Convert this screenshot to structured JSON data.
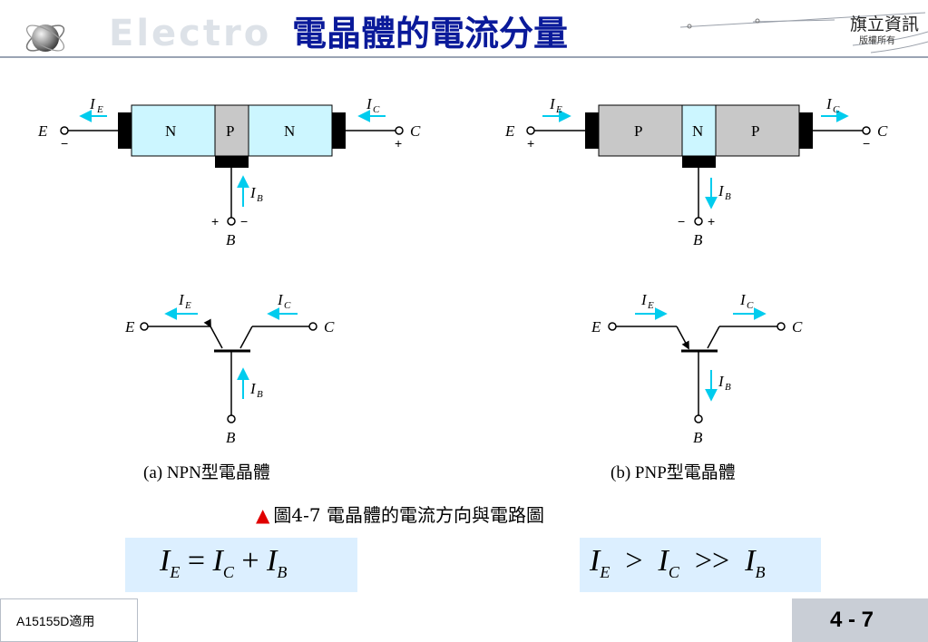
{
  "header": {
    "title": "電晶體的電流分量",
    "watermark": "Electro",
    "publisher": "旗立資訊",
    "rights": "版權所有"
  },
  "npn_block": {
    "regions": [
      "N",
      "P",
      "N"
    ],
    "terminals": {
      "emitter": "E",
      "collector": "C",
      "base": "B"
    },
    "currents": {
      "emitter": "I",
      "emitter_sub": "E",
      "collector": "I",
      "collector_sub": "C",
      "base": "I",
      "base_sub": "B"
    },
    "polarity": {
      "emitter": "−",
      "collector": "+",
      "base_left": "+",
      "base_right": "−"
    }
  },
  "pnp_block": {
    "regions": [
      "P",
      "N",
      "P"
    ],
    "terminals": {
      "emitter": "E",
      "collector": "C",
      "base": "B"
    },
    "currents": {
      "emitter": "I",
      "emitter_sub": "E",
      "collector": "I",
      "collector_sub": "C",
      "base": "I",
      "base_sub": "B"
    },
    "polarity": {
      "emitter": "+",
      "collector": "−",
      "base_left": "−",
      "base_right": "+"
    }
  },
  "npn_symbol": {
    "terminals": {
      "emitter": "E",
      "collector": "C",
      "base": "B"
    },
    "currents": {
      "emitter": "I",
      "emitter_sub": "E",
      "collector": "I",
      "collector_sub": "C",
      "base": "I",
      "base_sub": "B"
    },
    "caption": "(a) NPN型電晶體"
  },
  "pnp_symbol": {
    "terminals": {
      "emitter": "E",
      "collector": "C",
      "base": "B"
    },
    "currents": {
      "emitter": "I",
      "emitter_sub": "E",
      "collector": "I",
      "collector_sub": "C",
      "base": "I",
      "base_sub": "B"
    },
    "caption": "(b) PNP型電晶體"
  },
  "figure_caption": {
    "marker": "▲",
    "text": "圖4-7  電晶體的電流方向與電路圖"
  },
  "equations": {
    "left": {
      "a": "I",
      "a_sub": "E",
      "op1": " = ",
      "b": "I",
      "b_sub": "C",
      "op2": " + ",
      "c": "I",
      "c_sub": "B"
    },
    "right": {
      "a": "I",
      "a_sub": "E",
      "op1": "  >  ",
      "b": "I",
      "b_sub": "C",
      "op2": "  >>  ",
      "c": "I",
      "c_sub": "B"
    }
  },
  "footer": {
    "course_code": "A15155D適用",
    "page_number": "4 - 7"
  },
  "colors": {
    "title": "#0a1a9a",
    "n_region": "#ccf6ff",
    "p_region": "#c8c8c8",
    "arrow": "#00ccee",
    "equation_bg": "#dcefff",
    "footer_page_bg": "#c9ced6",
    "marker": "#e00000"
  }
}
